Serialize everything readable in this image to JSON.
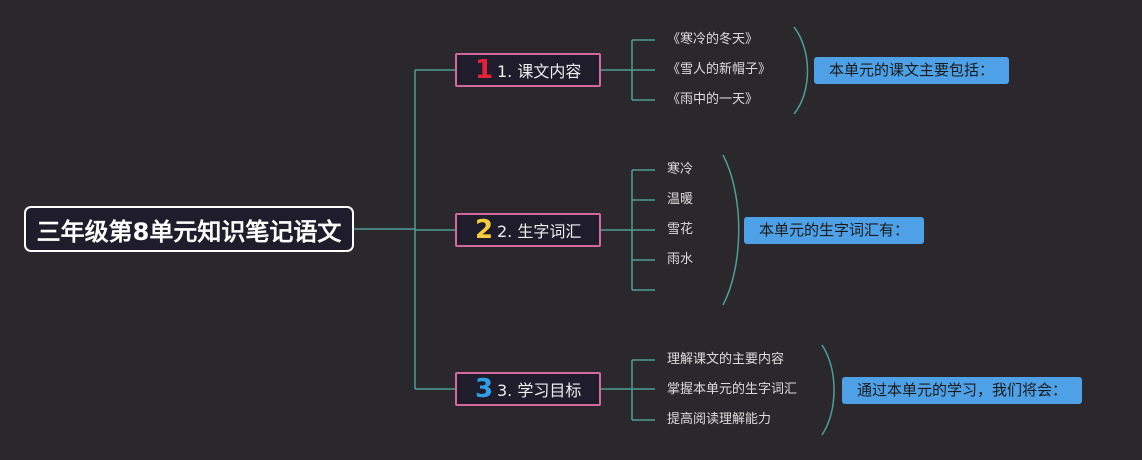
{
  "root": {
    "label": "三年级第8单元知识笔记语文"
  },
  "branches": [
    {
      "number": "1",
      "number_color": "#e8213a",
      "label": "1. 课文内容",
      "items": [
        "《寒冷的冬天》",
        "《雪人的新帽子》",
        "《雨中的一天》"
      ],
      "summary": "本单元的课文主要包括："
    },
    {
      "number": "2",
      "number_color": "#f6cc3e",
      "label": "2. 生字词汇",
      "items": [
        "寒冷",
        "温暖",
        "雪花",
        "雨水",
        ""
      ],
      "summary": "本单元的生字词汇有："
    },
    {
      "number": "3",
      "number_color": "#2f9fe8",
      "label": "3. 学习目标",
      "items": [
        "理解课文的主要内容",
        "掌握本单元的生字词汇",
        "提高阅读理解能力"
      ],
      "summary": "通过本单元的学习，我们将会："
    }
  ],
  "colors": {
    "background": "#2b282d",
    "connector": "#4f9e94",
    "branch_border": "#d3699c",
    "summary_fill": "#4ea1e6"
  }
}
